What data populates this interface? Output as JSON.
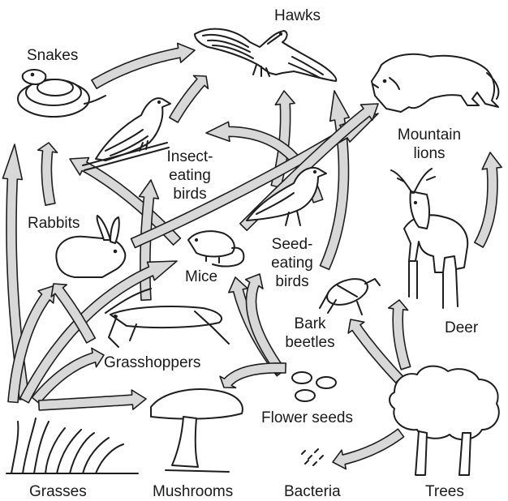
{
  "organisms": {
    "hawks": "Hawks",
    "snakes": "Snakes",
    "mountain_lions": "Mountain\nlions",
    "insect_eating_birds": "Insect-\neating\nbirds",
    "rabbits": "Rabbits",
    "mice": "Mice",
    "seed_eating_birds": "Seed-\neating\nbirds",
    "bark_beetles": "Bark\nbeetles",
    "deer": "Deer",
    "grasshoppers": "Grasshoppers",
    "flower_seeds": "Flower seeds",
    "grasses": "Grasses",
    "mushrooms": "Mushrooms",
    "bacteria": "Bacteria",
    "trees": "Trees"
  },
  "colors": {
    "arrow_fill": "#d8d8d8",
    "outline": "#1e1e1e",
    "background": "#ffffff"
  }
}
